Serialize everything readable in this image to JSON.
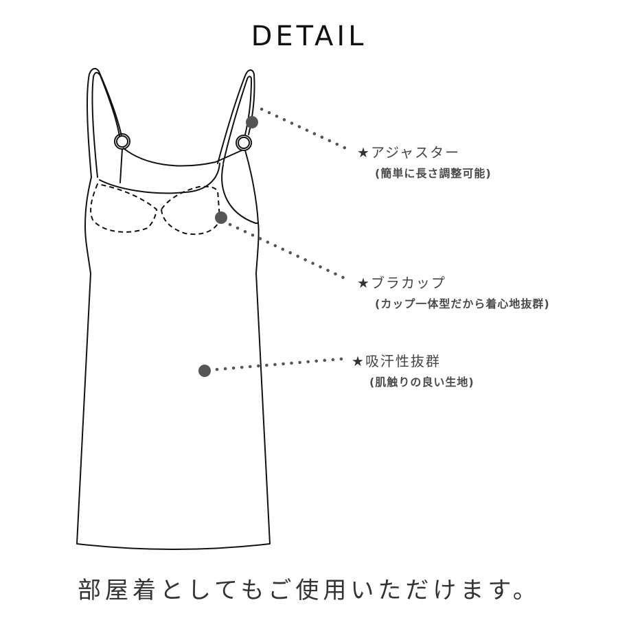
{
  "header": {
    "title": "DETAIL"
  },
  "callouts": [
    {
      "icon": "★",
      "label": "アジャスター",
      "detail": "(簡単に長さ調整可能)",
      "target": "strap-adjuster"
    },
    {
      "icon": "★",
      "label": "ブラカップ",
      "detail": "(カップ一体型だから着心地抜群)",
      "target": "bra-cup"
    },
    {
      "icon": "★",
      "label": "吸汗性抜群",
      "detail": "(肌触りの良い生地)",
      "target": "fabric"
    }
  ],
  "footer": {
    "text": "部屋着としてもご使用いただけます。"
  },
  "colors": {
    "outline": "#111111",
    "marker": "#555555",
    "text": "#444444"
  }
}
